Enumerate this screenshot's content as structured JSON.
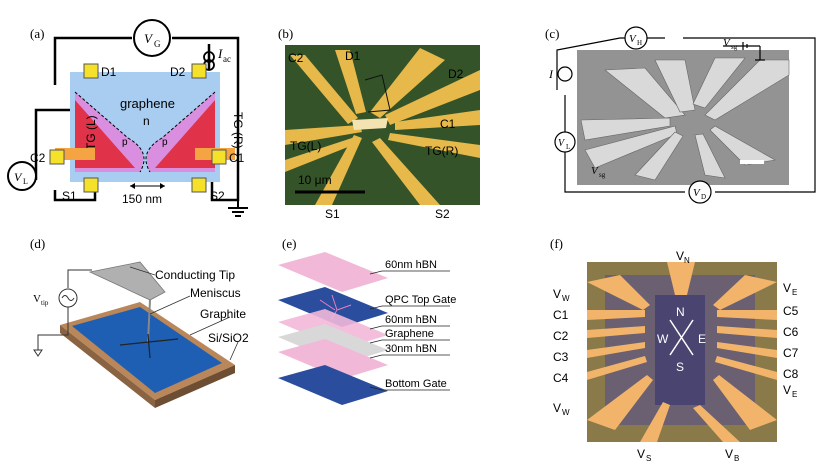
{
  "panels": {
    "a": {
      "label": "(a)",
      "vg": "V",
      "vg_sub": "G",
      "iac": "I",
      "iac_sub": "ac",
      "vl": "V",
      "vl_sub": "L",
      "contacts": {
        "d1": "D1",
        "d2": "D2",
        "c1": "C1",
        "c2": "C2",
        "s1": "S1",
        "s2": "S2"
      },
      "graphene": "graphene",
      "n": "n",
      "p_left": "p",
      "p_right": "p",
      "tg_left": "TG (L)",
      "tg_right": "TG (R)",
      "gap": "150 nm"
    },
    "b": {
      "label": "(b)",
      "c2": "C2",
      "d1": "D1",
      "d2": "D2",
      "c1": "C1",
      "tgl": "TG(L)",
      "tgr": "TG(R)",
      "s1": "S1",
      "s2": "S2",
      "scale": "10 μm"
    },
    "c": {
      "label": "(c)",
      "vh": "V",
      "vh_sub": "H",
      "vsg": "V",
      "vsg_sub": "sg",
      "i": "I",
      "vl": "V",
      "vl_sub": "L",
      "vsg2": "V",
      "vsg2_sub": "sg",
      "vd": "V",
      "vd_sub": "D"
    },
    "d": {
      "label": "(d)",
      "vtip": "V",
      "vtip_sub": "tip",
      "conducting_tip": "Conducting Tip",
      "meniscus": "Meniscus",
      "graphite": "Graphite",
      "substrate": "Si/SiO2"
    },
    "e": {
      "label": "(e)",
      "layers": [
        "60nm hBN",
        "QPC Top Gate",
        "60nm hBN",
        "Graphene",
        "30nm hBN",
        "Bottom Gate"
      ]
    },
    "f": {
      "label": "(f)",
      "vn": "V",
      "vn_sub": "N",
      "vw_top": "V",
      "vw_top_sub": "W",
      "ve_top": "V",
      "ve_top_sub": "E",
      "left": [
        "C1",
        "C2",
        "C3",
        "C4"
      ],
      "right": [
        "C5",
        "C6",
        "C7",
        "C8"
      ],
      "ve_bot": "V",
      "ve_bot_sub": "E",
      "vw_bot": "V",
      "vw_bot_sub": "W",
      "vs": "V",
      "vs_sub": "S",
      "vb": "V",
      "vb_sub": "B",
      "compass": {
        "n": "N",
        "s": "S",
        "w": "W",
        "e": "E"
      }
    }
  }
}
